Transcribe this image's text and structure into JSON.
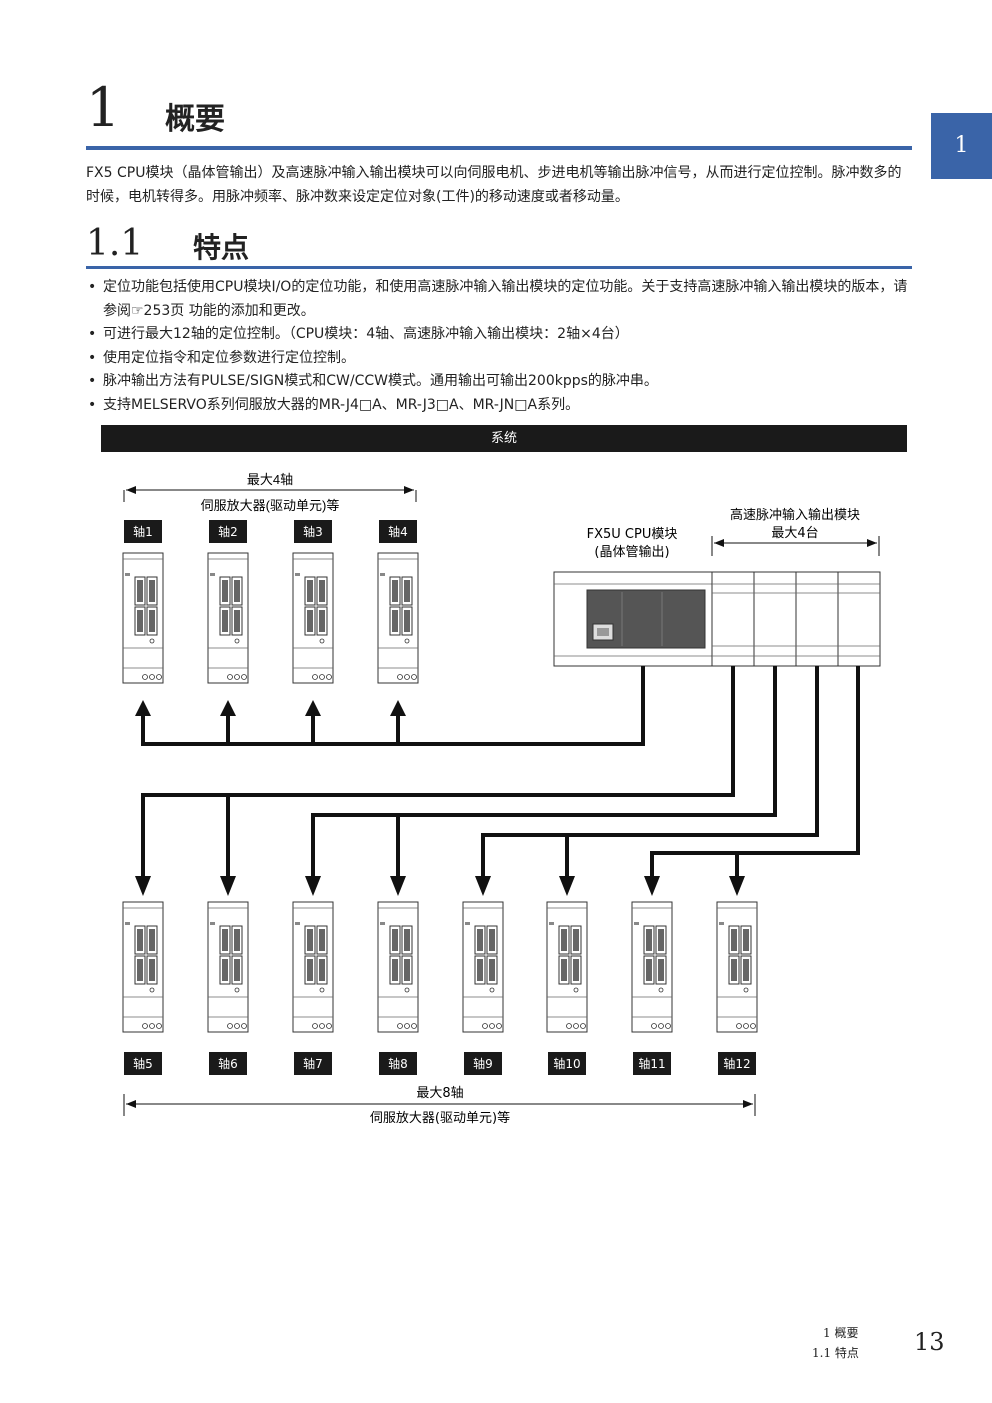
{
  "chapter": {
    "number": "1",
    "title": "概要",
    "tab": "1"
  },
  "intro": "FX5 CPU模块（晶体管输出）及高速脉冲输入输出模块可以向伺服电机、步进电机等输出脉冲信号，从而进行定位控制。脉冲数多的时候，电机转得多。用脉冲频率、脉冲数来设定定位对象(工件)的移动速度或者移动量。",
  "section": {
    "number": "1.1",
    "title": "特点"
  },
  "bullets": [
    "定位功能包括使用CPU模块I/O的定位功能，和使用高速脉冲输入输出模块的定位功能。关于支持高速脉冲输入输出模块的版本，请参阅☞253页 功能的添加和更改。",
    "可进行最大12轴的定位控制。（CPU模块：4轴、高速脉冲输入输出模块：2轴×4台）",
    "使用定位指令和定位参数进行定位控制。",
    "脉冲输出方法有PULSE/SIGN模式和CW/CCW模式。通用输出可输出200kpps的脉冲串。",
    "支持MELSERVO系列伺服放大器的MR-J4□A、MR-J3□A、MR-JN□A系列。"
  ],
  "diagram": {
    "banner": "系统",
    "top_max": "最大4轴",
    "top_desc": "伺服放大器(驱动单元)等",
    "cpu_label_1": "FX5U CPU模块",
    "cpu_label_2": "(晶体管输出)",
    "hs_label_1": "高速脉冲输入输出模块",
    "hs_label_2": "最大4台",
    "top_axes": [
      "轴1",
      "轴2",
      "轴3",
      "轴4"
    ],
    "bottom_axes": [
      "轴5",
      "轴6",
      "轴7",
      "轴8",
      "轴9",
      "轴10",
      "轴11",
      "轴12"
    ],
    "bottom_max": "最大8轴",
    "bottom_desc": "伺服放大器(驱动单元)等"
  },
  "footer": {
    "line1": "1  概要",
    "line2": "1.1  特点",
    "page": "13"
  }
}
